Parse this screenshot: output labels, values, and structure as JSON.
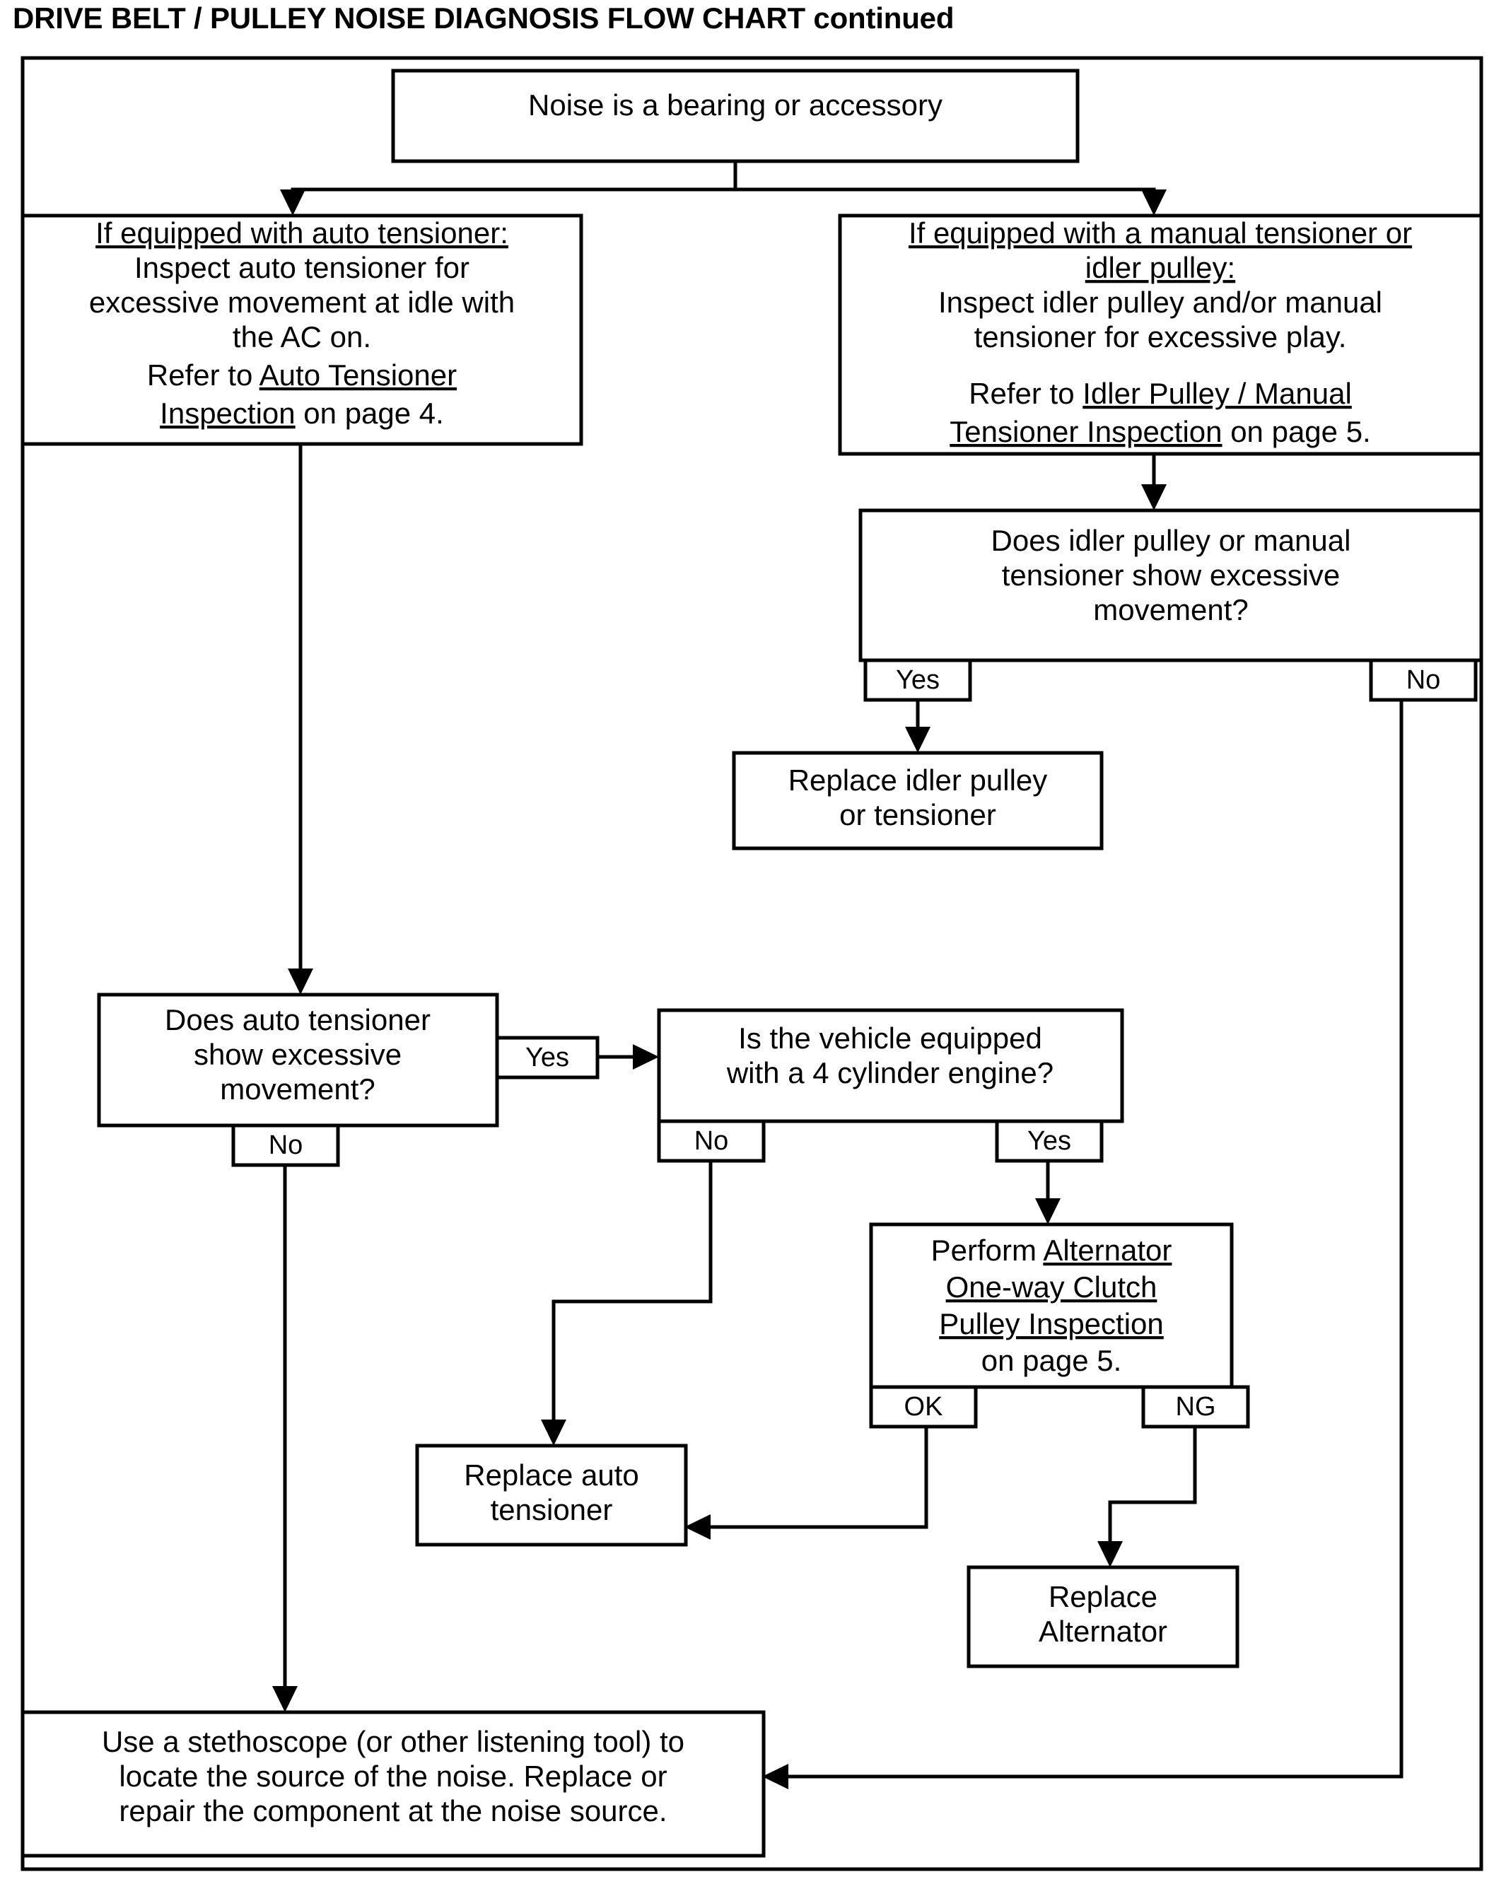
{
  "title": "DRIVE BELT / PULLEY NOISE DIAGNOSIS FLOW CHART continued",
  "chart_data": {
    "type": "diagram",
    "diagram_kind": "flowchart",
    "title": "DRIVE BELT / PULLEY NOISE DIAGNOSIS FLOW CHART continued",
    "nodes": [
      {
        "id": "start",
        "label": "Noise is a bearing or accessory"
      },
      {
        "id": "auto_tensioner_branch",
        "lines": [
          {
            "text": "If equipped with auto tensioner:",
            "underline": true
          },
          {
            "text": "Inspect auto tensioner for",
            "underline": false
          },
          {
            "text": "excessive movement at idle with",
            "underline": false
          },
          {
            "text": "the AC on.",
            "underline": false
          },
          {
            "text": "Refer to Auto Tensioner",
            "underline": "partial"
          },
          {
            "text": "Inspection on page 4.",
            "underline": "partial"
          }
        ]
      },
      {
        "id": "manual_tensioner_branch",
        "lines": [
          {
            "text": "If equipped with a manual tensioner or",
            "underline": true
          },
          {
            "text": "idler pulley:",
            "underline": true
          },
          {
            "text": "Inspect idler pulley and/or manual",
            "underline": false
          },
          {
            "text": "tensioner for excessive play.",
            "underline": false
          },
          {
            "text": "",
            "underline": false
          },
          {
            "text": "Refer to Idler Pulley / Manual",
            "underline": "partial"
          },
          {
            "text": "Tensioner Inspection on page 5.",
            "underline": "partial"
          }
        ]
      },
      {
        "id": "idler_decision",
        "lines": [
          {
            "text": "Does idler pulley or manual",
            "underline": false
          },
          {
            "text": "tensioner show excessive",
            "underline": false
          },
          {
            "text": "movement?",
            "underline": false
          }
        ]
      },
      {
        "id": "replace_idler",
        "lines": [
          {
            "text": "Replace idler pulley",
            "underline": false
          },
          {
            "text": "or tensioner",
            "underline": false
          }
        ]
      },
      {
        "id": "auto_decision",
        "lines": [
          {
            "text": "Does auto tensioner",
            "underline": false
          },
          {
            "text": "show excessive",
            "underline": false
          },
          {
            "text": "movement?",
            "underline": false
          }
        ]
      },
      {
        "id": "cylinder_decision",
        "lines": [
          {
            "text": "Is the vehicle equipped",
            "underline": false
          },
          {
            "text": "with a 4 cylinder engine?",
            "underline": false
          }
        ]
      },
      {
        "id": "alternator_inspection",
        "lines": [
          {
            "text": "Perform Alternator",
            "underline": "partial"
          },
          {
            "text": "One-way Clutch",
            "underline": true
          },
          {
            "text": "Pulley Inspection",
            "underline": true
          },
          {
            "text": "on page 5.",
            "underline": false
          }
        ]
      },
      {
        "id": "replace_auto_tensioner",
        "lines": [
          {
            "text": "Replace auto",
            "underline": false
          },
          {
            "text": "tensioner",
            "underline": false
          }
        ]
      },
      {
        "id": "replace_alternator",
        "lines": [
          {
            "text": "Replace",
            "underline": false
          },
          {
            "text": "Alternator",
            "underline": false
          }
        ]
      },
      {
        "id": "stethoscope",
        "lines": [
          {
            "text": "Use a stethoscope (or other listening tool) to",
            "underline": false
          },
          {
            "text": "locate the source of the noise. Replace or",
            "underline": false
          },
          {
            "text": "repair the component at the noise source.",
            "underline": false
          }
        ]
      }
    ],
    "branch_labels": {
      "idler_yes": "Yes",
      "idler_no": "No",
      "auto_yes": "Yes",
      "auto_no": "No",
      "cylinder_no": "No",
      "cylinder_yes": "Yes",
      "alternator_ok": "OK",
      "alternator_ng": "NG"
    },
    "edges": [
      {
        "from": "start",
        "to": "auto_tensioner_branch",
        "label": ""
      },
      {
        "from": "start",
        "to": "manual_tensioner_branch",
        "label": ""
      },
      {
        "from": "manual_tensioner_branch",
        "to": "idler_decision",
        "label": ""
      },
      {
        "from": "idler_decision",
        "to": "replace_idler",
        "label": "Yes"
      },
      {
        "from": "idler_decision",
        "to": "stethoscope",
        "label": "No"
      },
      {
        "from": "auto_tensioner_branch",
        "to": "auto_decision",
        "label": ""
      },
      {
        "from": "auto_decision",
        "to": "cylinder_decision",
        "label": "Yes"
      },
      {
        "from": "auto_decision",
        "to": "stethoscope",
        "label": "No"
      },
      {
        "from": "cylinder_decision",
        "to": "replace_auto_tensioner",
        "label": "No"
      },
      {
        "from": "cylinder_decision",
        "to": "alternator_inspection",
        "label": "Yes"
      },
      {
        "from": "alternator_inspection",
        "to": "replace_auto_tensioner",
        "label": "OK"
      },
      {
        "from": "alternator_inspection",
        "to": "replace_alternator",
        "label": "NG"
      }
    ],
    "colors": {
      "stroke": "#000000",
      "fill": "#ffffff",
      "text": "#000000"
    }
  },
  "nodes": {
    "start": {
      "line1": "Noise is a bearing or accessory"
    },
    "auto_tensioner_branch": {
      "line1": "If equipped with auto tensioner:",
      "line2": "Inspect auto tensioner for",
      "line3": "excessive movement at idle with",
      "line4": "the AC on.",
      "line5a": "Refer to ",
      "line5b": "Auto Tensioner",
      "line6a": "Inspection",
      "line6b": " on page 4."
    },
    "manual_tensioner_branch": {
      "line1": "If equipped with a manual tensioner or",
      "line2": "idler pulley:",
      "line3": "Inspect idler pulley and/or manual",
      "line4": "tensioner for excessive play.",
      "line5a": "Refer to ",
      "line5b": "Idler Pulley / Manual",
      "line6a": "Tensioner Inspection",
      "line6b": " on page 5."
    },
    "idler_decision": {
      "line1": "Does idler pulley or manual",
      "line2": "tensioner show excessive",
      "line3": "movement?"
    },
    "replace_idler": {
      "line1": "Replace idler pulley",
      "line2": "or tensioner"
    },
    "auto_decision": {
      "line1": "Does auto tensioner",
      "line2": "show excessive",
      "line3": "movement?"
    },
    "cylinder_decision": {
      "line1": "Is the vehicle equipped",
      "line2": "with a 4 cylinder engine?"
    },
    "alternator_inspection": {
      "line1a": "Perform ",
      "line1b": "Alternator",
      "line2": "One-way Clutch",
      "line3": "Pulley Inspection",
      "line4": "on page 5."
    },
    "replace_auto_tensioner": {
      "line1": "Replace auto",
      "line2": "tensioner"
    },
    "replace_alternator": {
      "line1": "Replace",
      "line2": "Alternator"
    },
    "stethoscope": {
      "line1": "Use a stethoscope (or other listening tool) to",
      "line2": "locate the source of the noise. Replace or",
      "line3": "repair the component at the noise source."
    }
  },
  "branches": {
    "idler_yes": "Yes",
    "idler_no": "No",
    "auto_yes": "Yes",
    "auto_no": "No",
    "cylinder_no": "No",
    "cylinder_yes": "Yes",
    "alternator_ok": "OK",
    "alternator_ng": "NG"
  }
}
